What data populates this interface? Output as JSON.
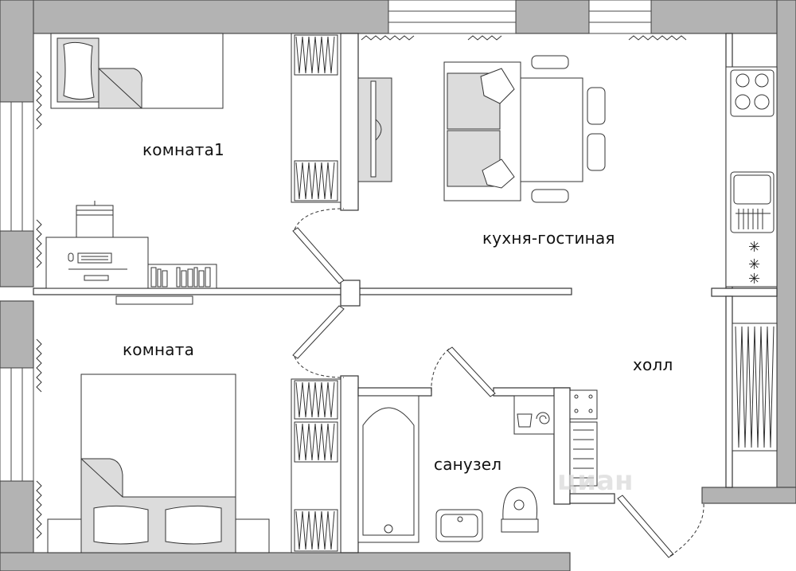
{
  "rooms": {
    "room1": "комната1",
    "kitchen_living": "кухня-гостиная",
    "room": "комната",
    "hall": "холл",
    "bathroom": "санузел"
  },
  "watermark": "циан",
  "colors": {
    "wall": "#b3b3b3",
    "wall_edge": "#4a4a4a",
    "furniture_fill": "#ffffff",
    "furniture_shade": "#dcdcdc",
    "line": "#222222"
  }
}
